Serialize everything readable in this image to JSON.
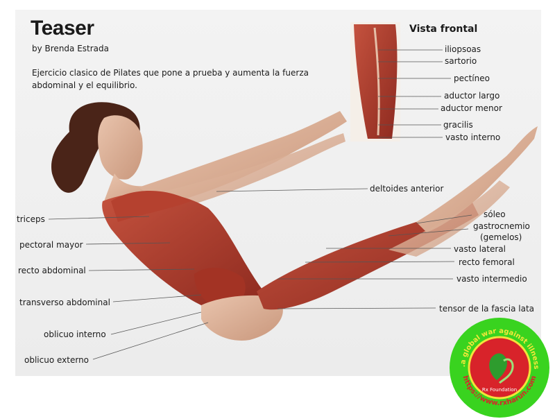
{
  "title": "Teaser",
  "byline": "by Brenda Estrada",
  "description": "Ejercicio clasico de Pilates que pone a prueba y aumenta la fuerza abdominal y el equilibrio.",
  "inset": {
    "title": "Vista frontal",
    "labels": [
      "iliopsoas",
      "sartorio",
      "pectíneo",
      "aductor largo",
      "aductor menor",
      "gracilis",
      "vasto interno"
    ]
  },
  "labels_left": [
    "triceps",
    "pectoral mayor",
    "recto abdominal",
    "transverso abdominal",
    "oblicuo interno",
    "oblicuo externo"
  ],
  "labels_right": [
    "deltoides anterior",
    "sóleo",
    "gastrocnemio",
    "(gemelos)",
    "vasto lateral",
    "recto femoral",
    "vasto intermedio",
    "tensor de la fascia lata"
  ],
  "badge": {
    "top_text": "...a global war against illness!",
    "bottom_text": "https://www.rxharun.com",
    "center_text": "Rx Foundation",
    "colors": {
      "outer": "#39d31f",
      "ring": "#d8232a",
      "inner": "#e8e83a"
    }
  }
}
